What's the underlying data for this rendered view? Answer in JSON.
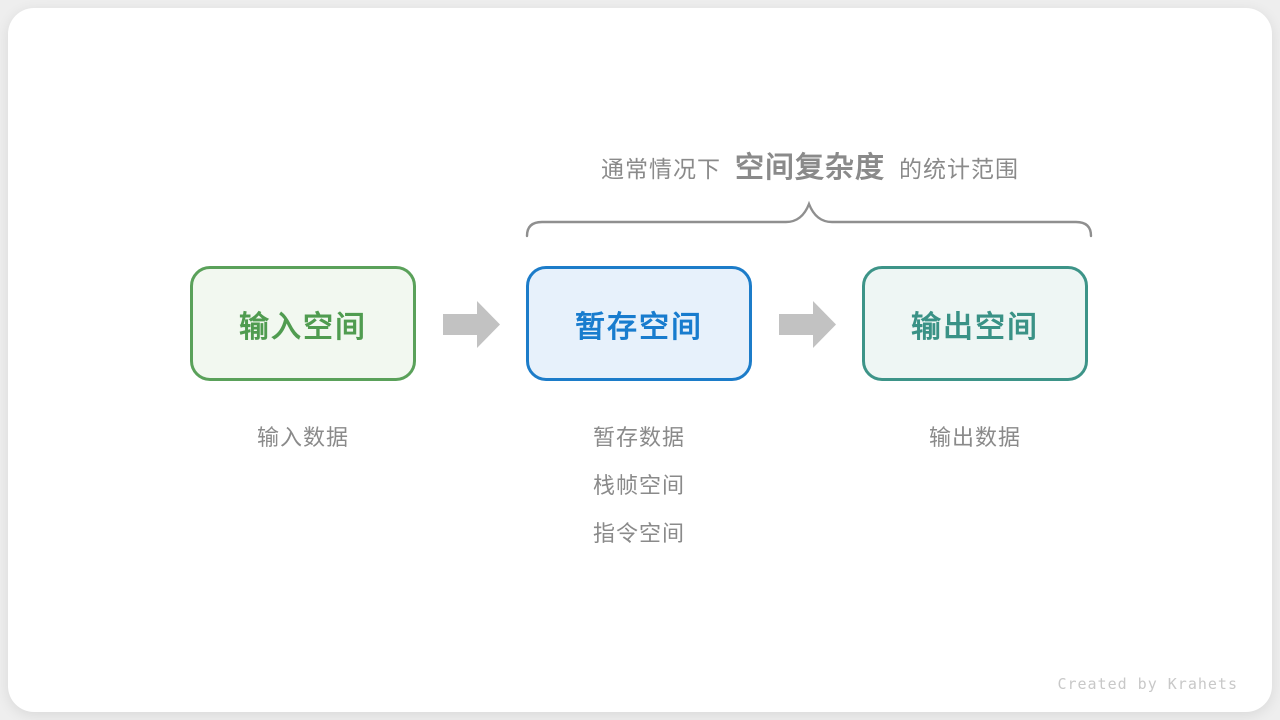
{
  "page": {
    "background": "#eeeeee",
    "card_background": "#ffffff"
  },
  "colors": {
    "page-bg": "#eeeeee",
    "card-bg": "#ffffff",
    "gray-text": "#8a8a8a",
    "gray-line": "#8f8f8f",
    "arrow-gray": "#c2c2c2",
    "credit-gray": "#c8c8c8"
  },
  "title": {
    "prefix": "通常情况下",
    "highlight": "空间复杂度",
    "suffix": "的统计范围"
  },
  "boxes": [
    {
      "label": "输入空间",
      "border": "#5aa15a",
      "fill": "#f2f8f0",
      "text": "#509c50"
    },
    {
      "label": "暂存空间",
      "border": "#1c7cc9",
      "fill": "#e7f1fb",
      "text": "#187cce"
    },
    {
      "label": "输出空间",
      "border": "#3d9488",
      "fill": "#eef6f4",
      "text": "#3a9286"
    }
  ],
  "notes": [
    {
      "lines": [
        "输入数据"
      ]
    },
    {
      "lines": [
        "暂存数据",
        "栈帧空间",
        "指令空间"
      ]
    },
    {
      "lines": [
        "输出数据"
      ]
    }
  ],
  "credit": "Created by Krahets"
}
